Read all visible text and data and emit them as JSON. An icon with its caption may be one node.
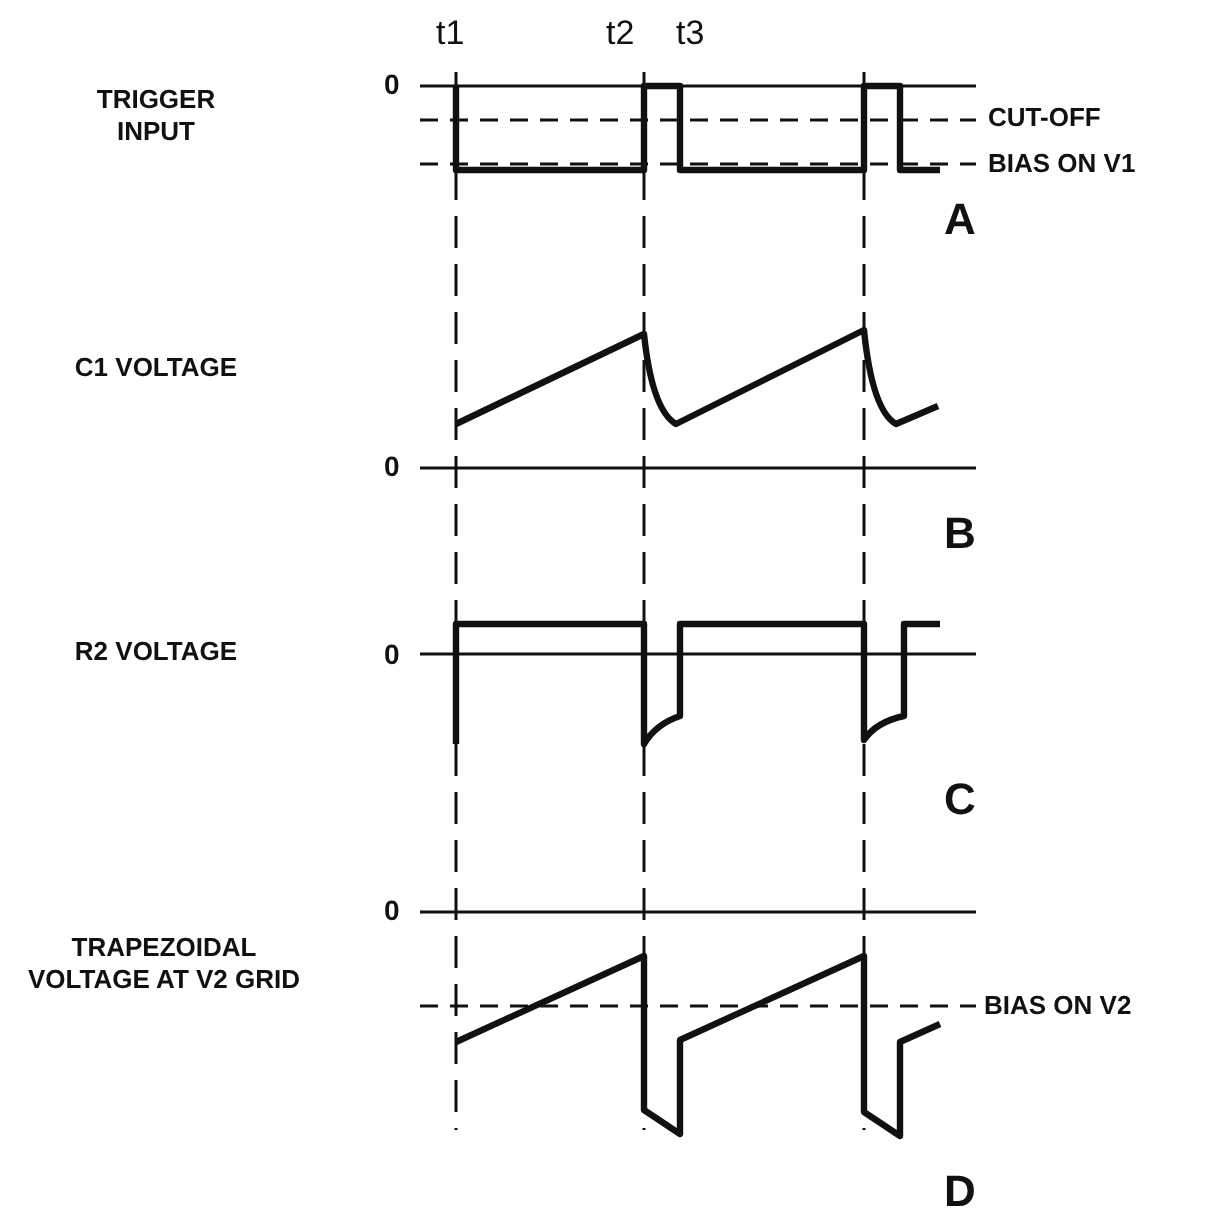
{
  "diagram": {
    "labels": [
      "t1",
      "t2",
      "t3",
      "TRIGGER INPUT",
      "0",
      "CUT-OFF",
      "BIAS ON V1",
      "A",
      "C1 VOLTAGE",
      "0",
      "B",
      "R2 VOLTAGE",
      "0",
      "C",
      "0",
      "TRAPEZOIDAL VOLTAGE AT V2 GRID",
      "BIAS ON V2",
      "D"
    ]
  }
}
